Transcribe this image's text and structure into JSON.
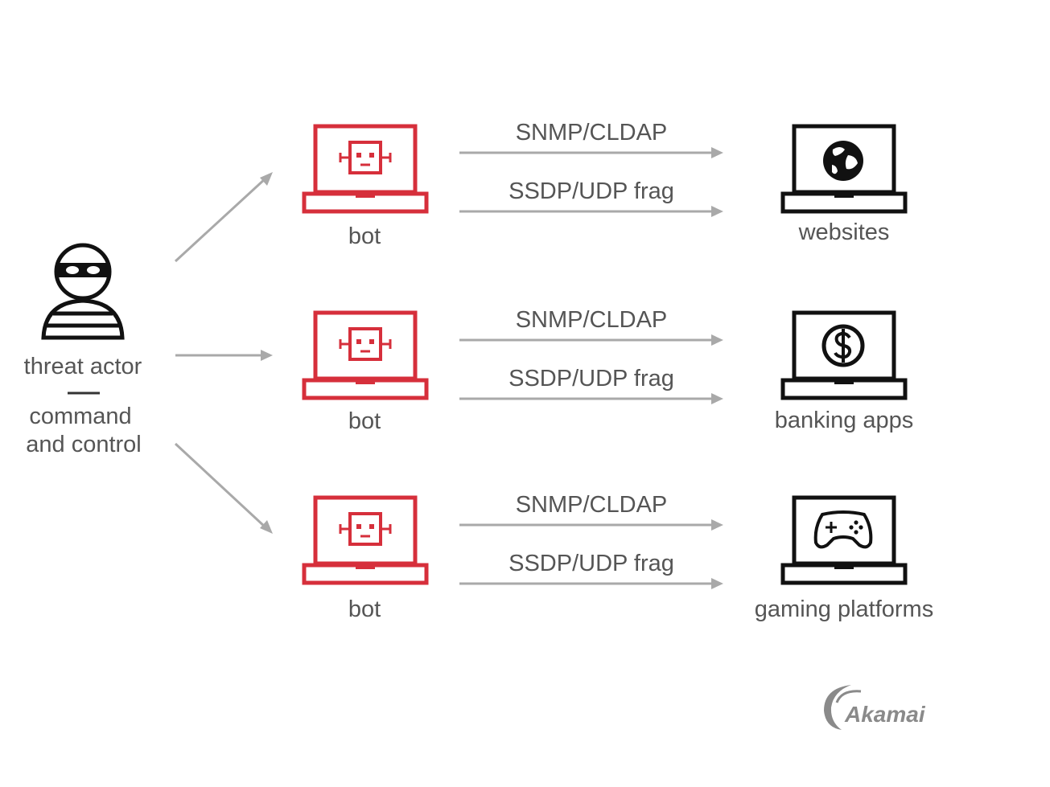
{
  "actor": {
    "line1": "threat actor",
    "line2": "command",
    "line3": "and control",
    "icon": "masked-person-icon"
  },
  "rows": [
    {
      "bot_label": "bot",
      "protocol_top": "SNMP/CLDAP",
      "protocol_bottom": "SSDP/UDP frag",
      "target_label": "websites",
      "target_icon": "globe-icon"
    },
    {
      "bot_label": "bot",
      "protocol_top": "SNMP/CLDAP",
      "protocol_bottom": "SSDP/UDP frag",
      "target_label": "banking apps",
      "target_icon": "dollar-coin-icon"
    },
    {
      "bot_label": "bot",
      "protocol_top": "SNMP/CLDAP",
      "protocol_bottom": "SSDP/UDP frag",
      "target_label": "gaming platforms",
      "target_icon": "gamepad-icon"
    }
  ],
  "brand": {
    "name": "Akamai"
  },
  "colors": {
    "bot": "#d62f3b",
    "target": "#111111",
    "arrow": "#a9a9a9",
    "text": "#555555"
  }
}
